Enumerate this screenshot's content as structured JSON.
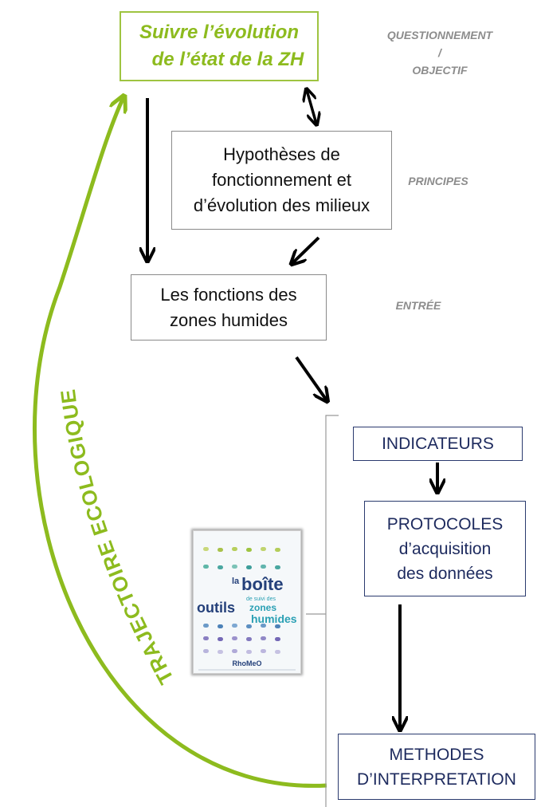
{
  "diagram": {
    "objective_box": {
      "lines": [
        "Suivre l’évolution",
        "de l’état de la ZH"
      ]
    },
    "hypotheses_box": {
      "lines": [
        "Hypothèses de",
        "fonctionnement et",
        "d’évolution des milieux"
      ]
    },
    "functions_box": {
      "lines": [
        "Les fonctions des",
        "zones humides"
      ]
    },
    "indicators_box": {
      "lines": [
        "INDICATEURS"
      ]
    },
    "protocols_box": {
      "lines": [
        "PROTOCOLES",
        "d’acquisition",
        "des données"
      ]
    },
    "methods_box": {
      "lines": [
        "METHODES",
        "D’INTERPRETATION"
      ]
    },
    "side_labels": {
      "questionnement": "QUESTIONNEMENT",
      "slash": "/",
      "objectif": "OBJECTIF",
      "principes": "PRINCIPES",
      "entree": "ENTRÉE"
    },
    "trajectory_label": "TRAJECTOIRE ECOLOGIQUE",
    "trajectory_color": "#8dbb1e",
    "arrow_color": "#000000"
  },
  "toolbox_cover": {
    "title_la": "la",
    "title_boite": "boîte",
    "title_outils": "outils",
    "title_de_suivi": "de suivi des",
    "title_zones": "zones",
    "title_humides": "humides",
    "brand": "RhoMeO",
    "brand_color": "#24407a",
    "accent_color": "#2aa0b4"
  }
}
